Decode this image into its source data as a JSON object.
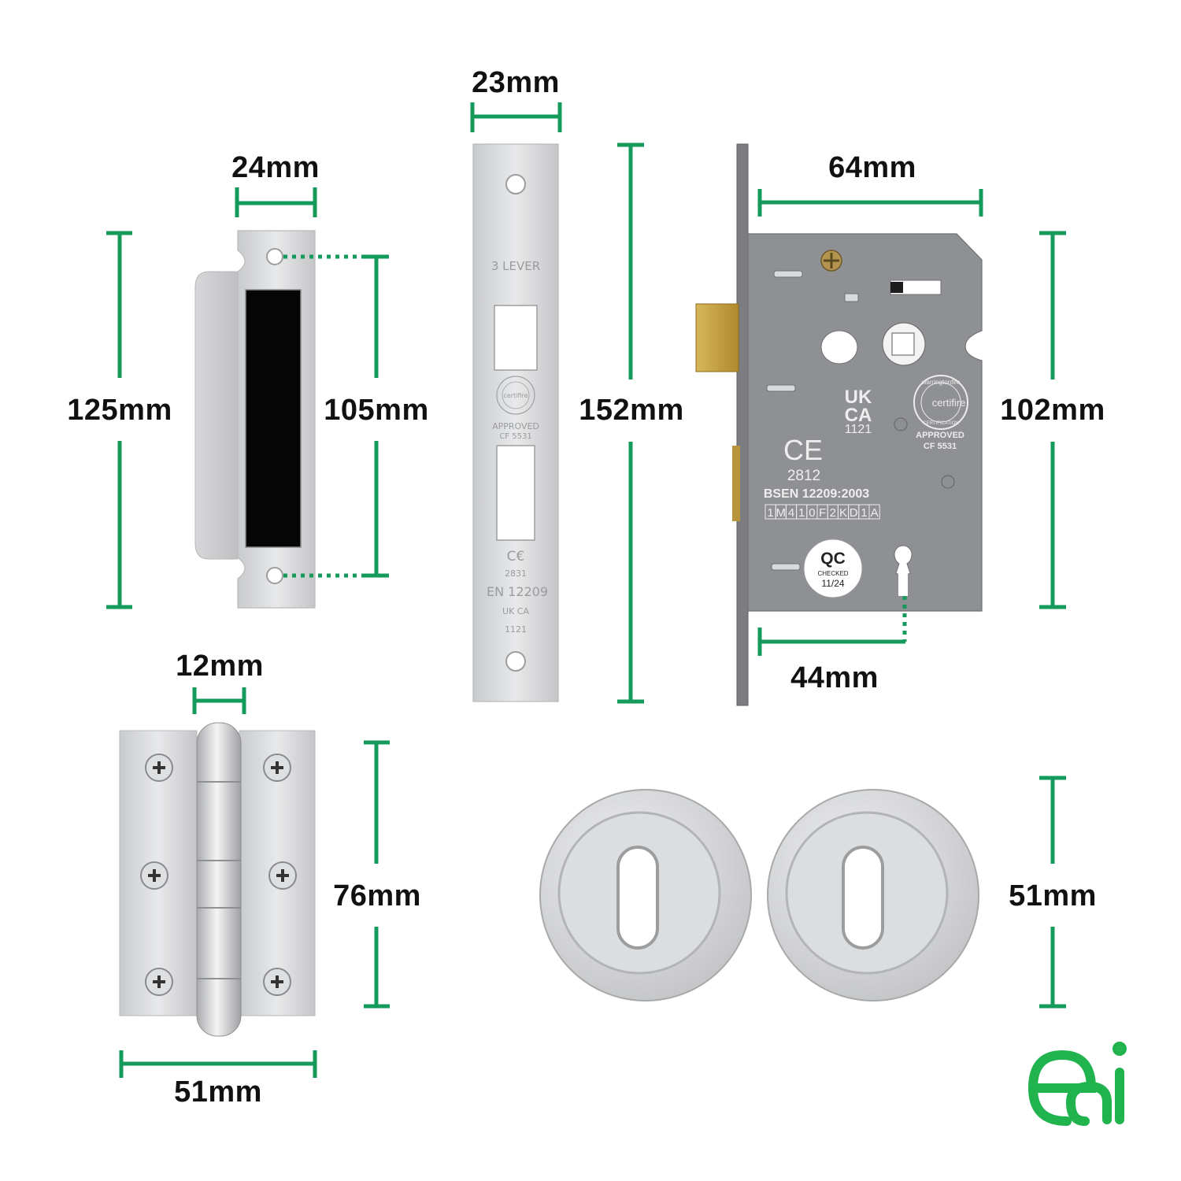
{
  "colors": {
    "dimension_line": "#149a5a",
    "steel": "#d3d4d6",
    "case_grey": "#8e8f92",
    "brass": "#c9a23a",
    "logo_green": "#20b34e",
    "text": "#111111"
  },
  "dimensions": {
    "striker_width": "24mm",
    "striker_height": "125mm",
    "striker_hole_spacing": "105mm",
    "forend_width": "23mm",
    "forend_height": "152mm",
    "lock_width": "64mm",
    "lock_height": "102mm",
    "lock_backset": "44mm",
    "hinge_knuckle": "12mm",
    "hinge_height": "76mm",
    "hinge_width": "51mm",
    "escutcheon_diameter": "51mm"
  },
  "forend_markings": {
    "type": "3 LEVER",
    "cert_ring": "certifire",
    "approved": "APPROVED",
    "cf_number": "CF 5531",
    "ce": "C€",
    "ce_number": "2831",
    "standard": "EN 12209",
    "ukca": "UK CA",
    "ukca_number": "1121"
  },
  "lock_markings": {
    "ukca_top": "UK",
    "ukca_bottom": "CA",
    "ukca_number": "1121",
    "ce": "CE",
    "ce_number": "2812",
    "standard": "BSEN 12209:2003",
    "code": [
      "1",
      "M",
      "4",
      "1",
      "0",
      "F",
      "2",
      "K",
      "D",
      "1",
      "A"
    ],
    "cert_ring_top": "warringtonfire",
    "cert_name": "certifire",
    "cert_ring_bottom": "CERTIFICATION",
    "approved": "APPROVED",
    "cf_number": "CF  5531",
    "qc_title": "QC",
    "qc_checked": "CHECKED",
    "qc_date": "11/24"
  },
  "brand": {
    "logo_text": "eai"
  }
}
